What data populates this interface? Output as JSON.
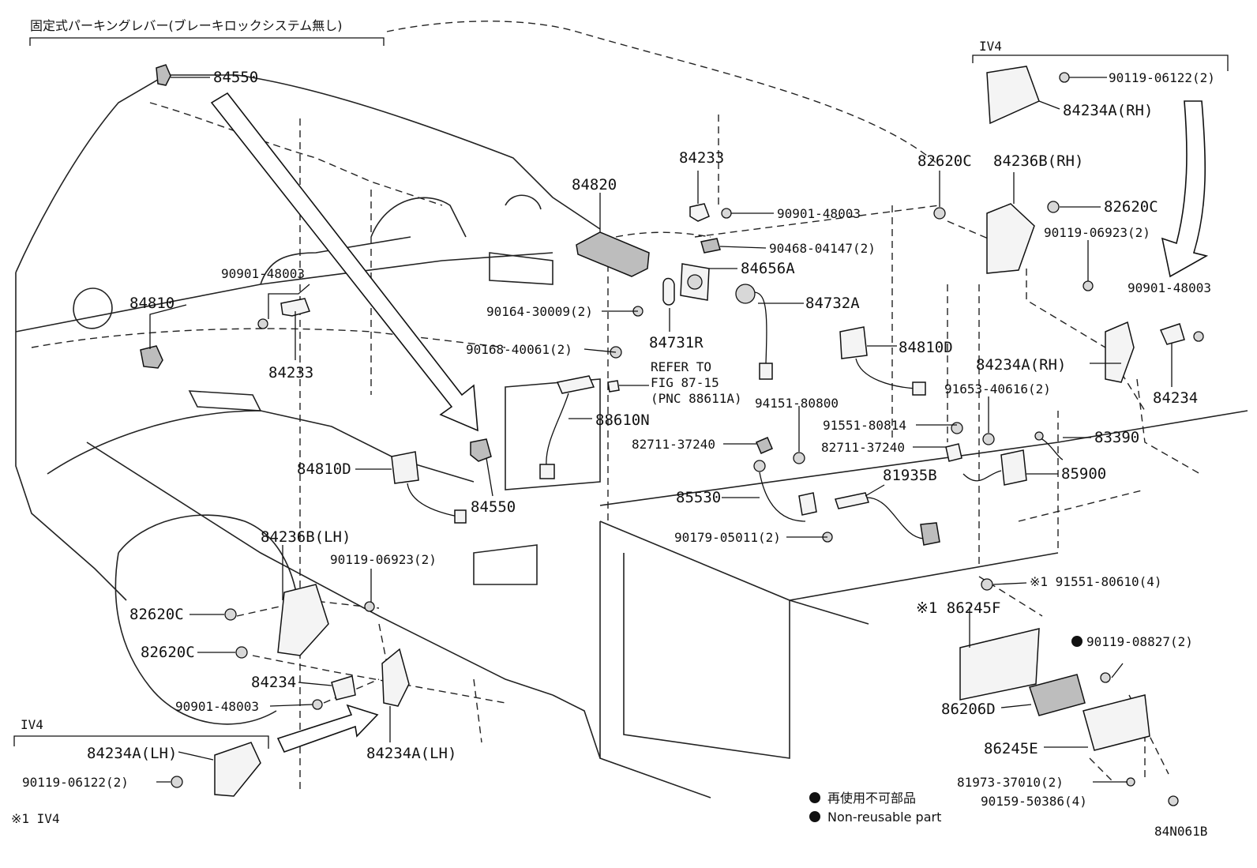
{
  "diagram": {
    "header_note": "固定式パーキングレバー(ブレーキロックシステム無し)",
    "iv4_tag_top": "IV4",
    "iv4_tag_bottom": "IV4",
    "footnote": "※1 IV4",
    "figure_code": "84N061B",
    "legend": {
      "jp": "再使用不可部品",
      "en": "Non-reusable part"
    },
    "refer": {
      "line1": "REFER TO",
      "line2": "FIG 87-15",
      "line3": "(PNC 88611A)"
    },
    "labels": {
      "p84550_top": "84550",
      "p84550_mid": "84550",
      "p84810": "84810",
      "p90901_48003_a": "90901-48003",
      "p84233_left": "84233",
      "p84820": "84820",
      "p84233_top": "84233",
      "p90901_48003_b": "90901-48003",
      "p90468": "90468-04147(2)",
      "p84656A": "84656A",
      "p84732A": "84732A",
      "p84731R": "84731R",
      "p90164": "90164-30009(2)",
      "p90168": "90168-40061(2)",
      "p88610N": "88610N",
      "p84810D_left": "84810D",
      "p84810D_right": "84810D",
      "p94151": "94151-80800",
      "p82711_a": "82711-37240",
      "p82711_b": "82711-37240",
      "p85530": "85530",
      "p81935B": "81935B",
      "p90179": "90179-05011(2)",
      "p91551_80814": "91551-80814",
      "p91653": "91653-40616(2)",
      "p83390": "83390",
      "p85900": "85900",
      "p82620C_top": "82620C",
      "p84236B_RH": "84236B(RH)",
      "p82620C_right": "82620C",
      "p90119_06923_right": "90119-06923(2)",
      "p90901_48003_c": "90901-48003",
      "p84234A_RH_mid": "84234A(RH)",
      "p84234_right": "84234",
      "p90119_06122_top": "90119-06122(2)",
      "p84234A_RH_top": "84234A(RH)",
      "p84236B_LH": "84236B(LH)",
      "p90119_06923_left": "90119-06923(2)",
      "p82620C_a": "82620C",
      "p82620C_b": "82620C",
      "p84234_left": "84234",
      "p90901_48003_d": "90901-48003",
      "p84234A_LH_mid": "84234A(LH)",
      "p84234A_LH_box": "84234A(LH)",
      "p90119_06122_bottom": "90119-06122(2)",
      "p91551_80610": "※1 91551-80610(4)",
      "p86245F": "※1 86245F",
      "p90119_08827": "90119-08827(2)",
      "p86206D": "86206D",
      "p86245E": "86245E",
      "p81973": "81973-37010(2)",
      "p90159": "90159-50386(4)"
    }
  }
}
